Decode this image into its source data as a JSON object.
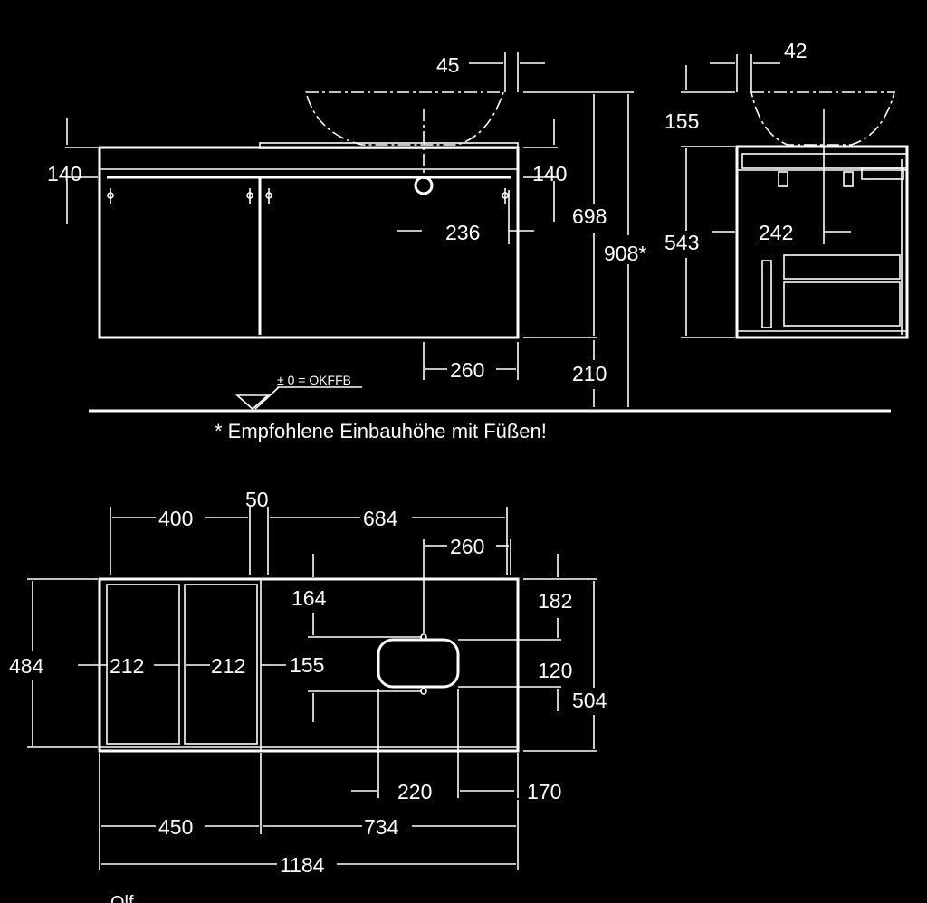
{
  "front_view": {
    "dim_45": "45",
    "dim_140_left": "140",
    "dim_140_right": "140",
    "dim_236": "236",
    "dim_698": "698",
    "dim_908": "908*",
    "dim_260": "260",
    "dim_210": "210",
    "floor_label": "± 0 = OKFFB"
  },
  "side_view": {
    "dim_42": "42",
    "dim_155": "155",
    "dim_543": "543",
    "dim_242": "242"
  },
  "note": "* Empfohlene Einbauhöhe mit Füßen!",
  "top_view": {
    "dim_400": "400",
    "dim_50": "50",
    "dim_684": "684",
    "dim_260": "260",
    "dim_164": "164",
    "dim_182": "182",
    "dim_484": "484",
    "dim_212_a": "212",
    "dim_212_b": "212",
    "dim_155": "155",
    "dim_120": "120",
    "dim_504": "504",
    "dim_220": "220",
    "dim_170": "170",
    "dim_450": "450",
    "dim_734": "734",
    "dim_1184": "1184"
  },
  "footer_cutoff": "Olf..."
}
